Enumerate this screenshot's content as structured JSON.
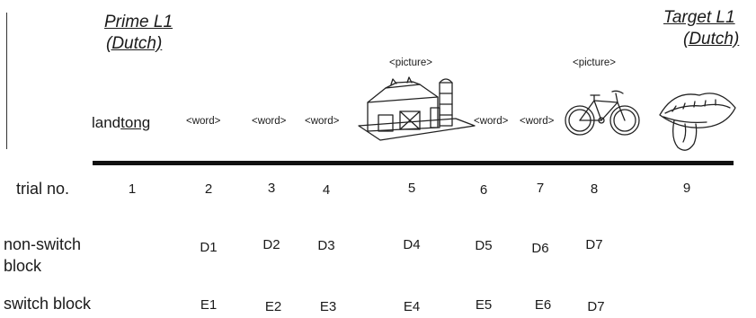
{
  "headers": {
    "prime": {
      "line1": "Prime L1",
      "line2": "(Dutch)"
    },
    "target": {
      "line1": "Target L1",
      "line2": "(Dutch)"
    }
  },
  "prime_word": {
    "plain": "land",
    "underlined": "tong"
  },
  "placeholders": {
    "word": "<word>",
    "picture": "<picture>"
  },
  "icons": [
    "barn-icon",
    "bicycle-icon",
    "mouth-tongue-icon"
  ],
  "trial_label": "trial no.",
  "trial_numbers": [
    "1",
    "2",
    "3",
    "4",
    "5",
    "6",
    "7",
    "8",
    "9"
  ],
  "rows": {
    "non_switch": {
      "label_line1": "non-switch",
      "label_line2": "block",
      "values": [
        "D1",
        "D2",
        "D3",
        "D4",
        "D5",
        "D6",
        "D7"
      ]
    },
    "switch": {
      "label": "switch block",
      "values": [
        "E1",
        "E2",
        "E3",
        "E4",
        "E5",
        "E6",
        "D7"
      ]
    }
  }
}
